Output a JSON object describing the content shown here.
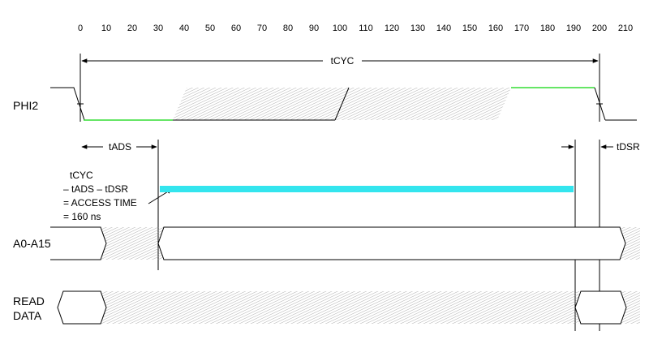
{
  "axis": {
    "ticks": [
      "0",
      "10",
      "20",
      "30",
      "40",
      "50",
      "60",
      "70",
      "80",
      "90",
      "100",
      "110",
      "120",
      "130",
      "140",
      "150",
      "160",
      "170",
      "180",
      "190",
      "200",
      "210"
    ]
  },
  "signals": {
    "phi2": "PHI2",
    "addr": "A0-A15",
    "read_line1": "READ",
    "read_line2": "DATA"
  },
  "timings": {
    "tcyc": "tCYC",
    "tads": "tADS",
    "tdsr": "tDSR"
  },
  "note": {
    "line1": "tCYC",
    "line2": "– tADS – tDSR",
    "line3": "= ACCESS TIME",
    "line4": "= 160 ns"
  },
  "colors": {
    "clock_high": "#33dd33",
    "access_bar": "#33e5ee",
    "hatch": "#9a9a9a",
    "line": "#000000"
  }
}
